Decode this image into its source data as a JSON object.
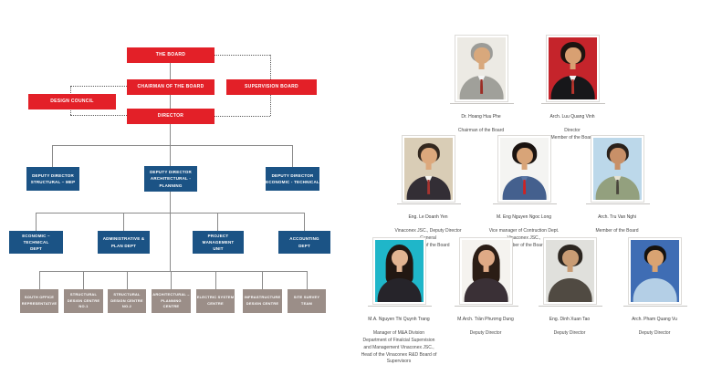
{
  "org_chart": {
    "colors": {
      "executive_red": "#e32028",
      "management_blue": "#1b5385",
      "unit_gray": "#9b8e88"
    },
    "boxes": [
      {
        "name": "the-board",
        "label": "THE BOARD"
      },
      {
        "name": "chairman-of-the-board",
        "label": "CHAIRMAN OF THE BOARD"
      },
      {
        "name": "supervision-board",
        "label": "SUPERVISION BOARD"
      },
      {
        "name": "design-council",
        "label": "DESIGN COUNCIL"
      },
      {
        "name": "director",
        "label": "DIRECTOR"
      },
      {
        "name": "deputy-director-structural-mep",
        "label": "DEPUTY DIRECTOR\nSTRUCTURAL – MEP"
      },
      {
        "name": "deputy-director-architectural-planning",
        "label": "DEPUTY DIRECTOR\nARCHITECTURAL -\nPLANNING"
      },
      {
        "name": "deputy-director-economic-technical",
        "label": "DEPUTY DIRECTOR\nECONOMIC - TECHNICAL"
      },
      {
        "name": "economic-technical-dept",
        "label": "ECONOMIC – TECHNICAL\nDEPT"
      },
      {
        "name": "administrative-plan-dept",
        "label": "ADMINISTRATIVE &\nPLAN DEPT"
      },
      {
        "name": "project-management-unit",
        "label": "PROJECT MANAGEMENT\nUNIT"
      },
      {
        "name": "accounting-dept",
        "label": "ACCOUNTING\nDEPT"
      },
      {
        "name": "south-office-representative",
        "label": "SOUTH OFFICE\nREPRESENTATIVE"
      },
      {
        "name": "structural-design-centre-no1",
        "label": "STRUCTURAL\nDESIGN CENTRE\nNO.1"
      },
      {
        "name": "structural-design-centre-no2",
        "label": "STRUCTURAL\nDESIGN CENTRE\nNO.2"
      },
      {
        "name": "architectural-planning-centre",
        "label": "ARCHITECTURAL –\nPLANNING\nCENTRE"
      },
      {
        "name": "electric-system-centre",
        "label": "ELECTRIC SYSTEM\nCENTRE"
      },
      {
        "name": "infrastructure-design-centre",
        "label": "INFRASTRUCTURE\nDESIGN CENTRE"
      },
      {
        "name": "site-survey-team",
        "label": "SITE SURVEY\nTEAM"
      }
    ]
  },
  "people": [
    {
      "name": "Dr. Hoang Huu Phe",
      "title": "Chairman of the Board",
      "avatar": {
        "bg": "#eceae4",
        "hair": "#9c9c98",
        "skin": "#d8a87c",
        "coat": "#a0a09a",
        "shirt": "#f5f5f5",
        "tie": "#9c2d25",
        "hair_style": "short"
      }
    },
    {
      "name": "Arch. Luu Quang Vinh",
      "title": "Director\nMember of the Board",
      "avatar": {
        "bg": "#c5242b",
        "hair": "#1c1410",
        "skin": "#d8a072",
        "coat": "#17171a",
        "shirt": "#f2f2f2",
        "tie": "#b8342c",
        "hair_style": "full"
      }
    },
    {
      "name": "Eng. Le Doanh Yen",
      "title": "Vinaconex JSC., Deputy Director\nGeneral\nMember of the Board",
      "avatar": {
        "bg": "#d9cdb6",
        "hair": "#33281f",
        "skin": "#dca87c",
        "coat": "#332e35",
        "shirt": "#f5f5f0",
        "tie": "#a83430",
        "hair_style": "short"
      }
    },
    {
      "name": "M. Eng Nguyen Ngoc Long",
      "title": "Vice manager of Contruction Dept.\nVinaconex JSC.,\nMember of the Board",
      "avatar": {
        "bg": "#f4f4f2",
        "hair": "#1a1310",
        "skin": "#d8a478",
        "coat": "#44608e",
        "shirt": "#5a76a4",
        "tie": "#cf2222",
        "hair_style": "full"
      }
    },
    {
      "name": "Arch. Tru Van Nghi",
      "title": "Member of the Board",
      "avatar": {
        "bg": "#bcd8ea",
        "hair": "#2a211b",
        "skin": "#c89068",
        "coat": "#93a07e",
        "shirt": "#e6e2d2",
        "tie": "#4a463c",
        "hair_style": "short"
      }
    },
    {
      "name": "M.A. Nguyen Thi Quynh Trang",
      "title": "Manager of M&A Division\nDepartment of Finalcial Supervision\nand Management Vinaconex JSC.,\nHead of the Vinaconex R&D Board of\nSupervisors",
      "avatar": {
        "bg": "#1fb6c9",
        "hair": "#221712",
        "skin": "#e2b492",
        "coat": "#26242a",
        "shirt": "#3a3a42",
        "tie": null,
        "hair_style": "long"
      }
    },
    {
      "name": "M.Arch. Trần Phương Dung",
      "title": "Deputy Director",
      "avatar": {
        "bg": "#f5f3ef",
        "hair": "#2b1d15",
        "skin": "#dfaa86",
        "coat": "#3a3036",
        "shirt": "#4a4048",
        "tie": null,
        "hair_style": "long"
      }
    },
    {
      "name": "Eng. Dinh Xuan Tao",
      "title": "Deputy Director",
      "avatar": {
        "bg": "#e0e0dc",
        "hair": "#2c2620",
        "skin": "#c99c74",
        "coat": "#504a42",
        "shirt": "#5a544c",
        "tie": null,
        "hair_style": "full"
      }
    },
    {
      "name": "Arch. Pham Quang Vu",
      "title": "Deputy Director",
      "avatar": {
        "bg": "#3f6db4",
        "hair": "#16120e",
        "skin": "#d9a372",
        "coat": "#b4cfe6",
        "shirt": "#b4cfe6",
        "tie": null,
        "hair_style": "short"
      }
    }
  ]
}
